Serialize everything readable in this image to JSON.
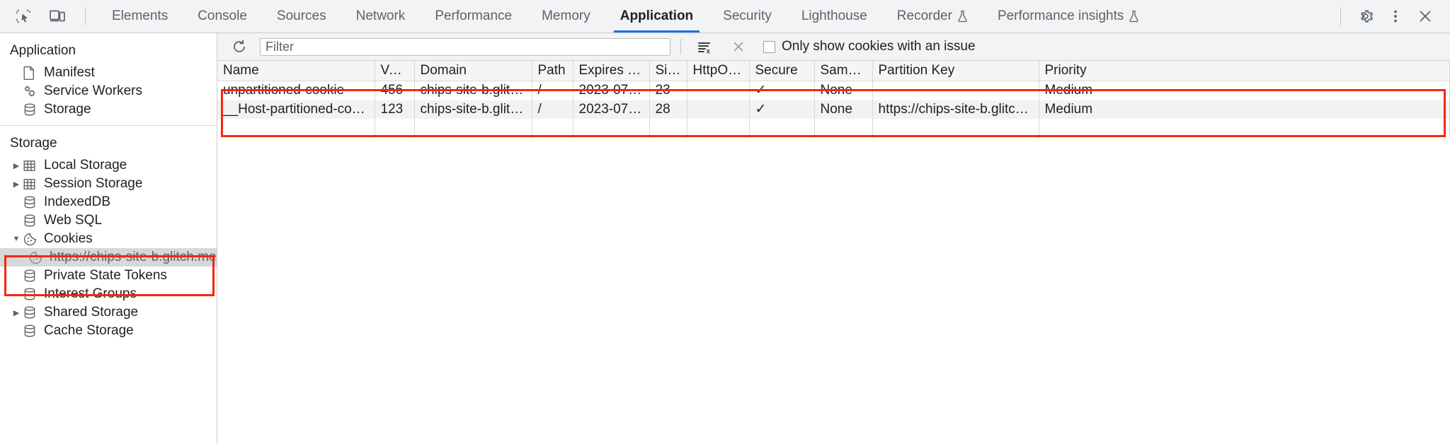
{
  "tabbar": {
    "inspect_icon": "inspect-cursor-icon",
    "device_icon": "device-toolbar-icon",
    "tabs": [
      {
        "label": "Elements",
        "selected": false,
        "experimental": false
      },
      {
        "label": "Console",
        "selected": false,
        "experimental": false
      },
      {
        "label": "Sources",
        "selected": false,
        "experimental": false
      },
      {
        "label": "Network",
        "selected": false,
        "experimental": false
      },
      {
        "label": "Performance",
        "selected": false,
        "experimental": false
      },
      {
        "label": "Memory",
        "selected": false,
        "experimental": false
      },
      {
        "label": "Application",
        "selected": true,
        "experimental": false
      },
      {
        "label": "Security",
        "selected": false,
        "experimental": false
      },
      {
        "label": "Lighthouse",
        "selected": false,
        "experimental": false
      },
      {
        "label": "Recorder",
        "selected": false,
        "experimental": true
      },
      {
        "label": "Performance insights",
        "selected": false,
        "experimental": true
      }
    ],
    "settings_icon": "gear-icon",
    "more_icon": "more-vertical-icon",
    "close_icon": "close-icon",
    "accent_color": "#1a73e8"
  },
  "sidebar": {
    "application": {
      "title": "Application",
      "items": [
        {
          "label": "Manifest",
          "icon": "manifest-document-icon",
          "twisty": "none",
          "selected": false
        },
        {
          "label": "Service Workers",
          "icon": "service-workers-gears-icon",
          "twisty": "none",
          "selected": false
        },
        {
          "label": "Storage",
          "icon": "database-icon",
          "twisty": "none",
          "selected": false
        }
      ]
    },
    "storage": {
      "title": "Storage",
      "items": [
        {
          "label": "Local Storage",
          "icon": "table-icon",
          "twisty": "collapsed",
          "selected": false
        },
        {
          "label": "Session Storage",
          "icon": "table-icon",
          "twisty": "collapsed",
          "selected": false
        },
        {
          "label": "IndexedDB",
          "icon": "database-icon",
          "twisty": "none",
          "selected": false
        },
        {
          "label": "Web SQL",
          "icon": "database-icon",
          "twisty": "none",
          "selected": false
        },
        {
          "label": "Cookies",
          "icon": "cookie-icon",
          "twisty": "expanded",
          "selected": false
        },
        {
          "label": "https://chips-site-b.glitch.me",
          "icon": "cookie-icon",
          "twisty": "none",
          "selected": true,
          "child": true
        },
        {
          "label": "Private State Tokens",
          "icon": "database-icon",
          "twisty": "none",
          "selected": false
        },
        {
          "label": "Interest Groups",
          "icon": "database-icon",
          "twisty": "none",
          "selected": false
        },
        {
          "label": "Shared Storage",
          "icon": "database-icon",
          "twisty": "collapsed",
          "selected": false
        },
        {
          "label": "Cache Storage",
          "icon": "database-icon",
          "twisty": "none",
          "selected": false
        }
      ]
    }
  },
  "toolbar": {
    "refresh_icon": "refresh-icon",
    "filter_placeholder": "Filter",
    "filter_value": "",
    "clear_filtered_icon": "clear-filtered-rows-icon",
    "clear_all_icon": "clear-all-cookies-icon",
    "issue_checkbox_label": "Only show cookies with an issue",
    "issue_checkbox_checked": false
  },
  "cookies_table": {
    "columns": [
      "Name",
      "Value",
      "Domain",
      "Path",
      "Expires / M…",
      "Size",
      "HttpOnly",
      "Secure",
      "SameSite",
      "Partition Key",
      "Priority"
    ],
    "rows": [
      {
        "name": "unpartitioned-cookie",
        "value": "456",
        "domain": "chips-site-b.glitch.me",
        "path": "/",
        "expires": "2023-07-07…",
        "size": "23",
        "httponly": "",
        "secure": "✓",
        "samesite": "None",
        "partition_key": "",
        "priority": "Medium"
      },
      {
        "name": "__Host-partitioned-cookie",
        "value": "123",
        "domain": "chips-site-b.glitch.me",
        "path": "/",
        "expires": "2023-07-07…",
        "size": "28",
        "httponly": "",
        "secure": "✓",
        "samesite": "None",
        "partition_key": "https://chips-site-b.glitch.me",
        "priority": "Medium"
      }
    ]
  },
  "annotations": {
    "highlight_color": "#f4270c",
    "boxes": [
      "cookies-sidebar-highlight",
      "cookies-table-highlight"
    ]
  }
}
